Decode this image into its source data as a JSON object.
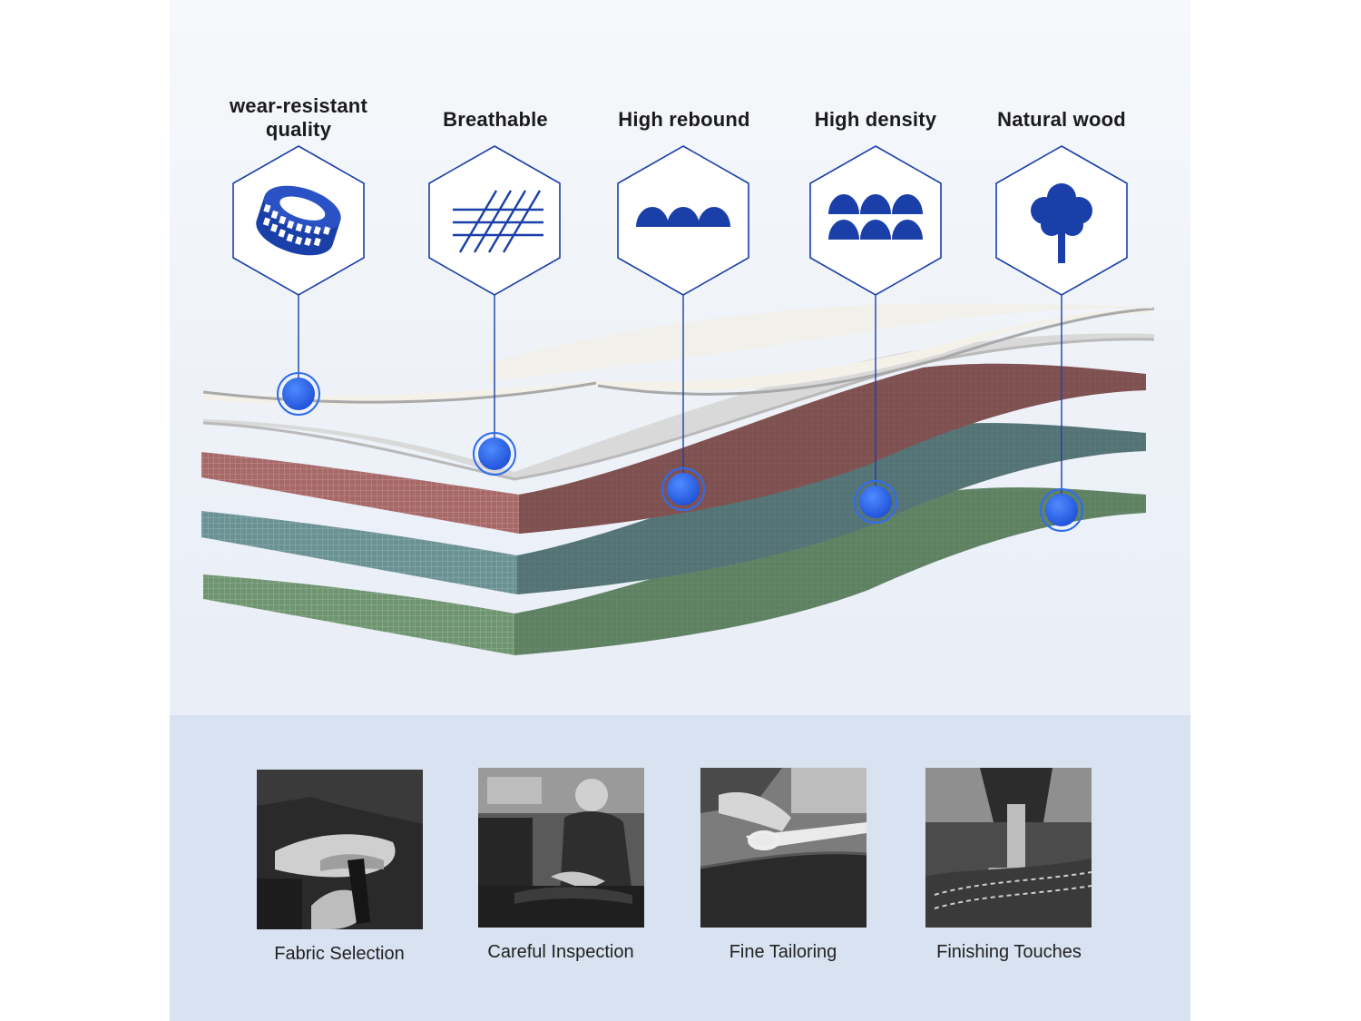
{
  "features": [
    {
      "label": "wear-resistant\nquality",
      "icon": "tire-icon"
    },
    {
      "label": "Breathable",
      "icon": "mesh-grid-icon"
    },
    {
      "label": "High rebound",
      "icon": "foam-bumps-icon"
    },
    {
      "label": "High density",
      "icon": "dense-foam-icon"
    },
    {
      "label": "Natural wood",
      "icon": "tree-icon"
    }
  ],
  "process": [
    {
      "caption": "Fabric Selection",
      "photo": "hands-holding-fabric-photo"
    },
    {
      "caption": "Careful Inspection",
      "photo": "worker-inspecting-photo"
    },
    {
      "caption": "Fine Tailoring",
      "photo": "scissors-cutting-photo"
    },
    {
      "caption": "Finishing Touches",
      "photo": "sewing-machine-photo"
    }
  ],
  "colors": {
    "accent_blue": "#1a3fa8",
    "dot_blue": "#2f6cf0",
    "layer_red": "#a86464",
    "layer_teal": "#5f8d8c",
    "layer_green": "#6a8f68"
  }
}
